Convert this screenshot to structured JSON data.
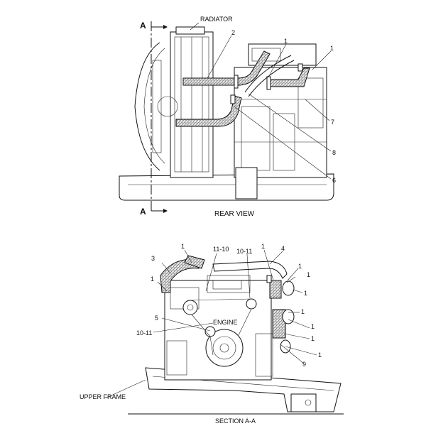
{
  "top_view": {
    "section_marker_top": "A",
    "section_marker_bottom": "A",
    "caption": "REAR VIEW",
    "labels": {
      "radiator": "RADIATOR",
      "c2": "2",
      "c1a": "1",
      "c1b": "1",
      "c7": "7",
      "c8": "8",
      "c6": "6"
    }
  },
  "bottom_view": {
    "caption": "SECTION A-A",
    "engine_label": "ENGINE",
    "upper_frame_label": "UPPER FRAME",
    "labels": {
      "c1_top": "1",
      "c11_10": "11-10",
      "c10_11_top": "10-11",
      "c1_mid": "1",
      "c4": "4",
      "c3": "3",
      "c1_left": "1",
      "c1_r1": "1",
      "c1_r2": "1",
      "c1_r3": "1",
      "c1_r4": "1",
      "c1_r5": "1",
      "c1_r6": "1",
      "c1_r7": "1",
      "c5": "5",
      "c10_11_left": "10-11",
      "c9": "9"
    }
  }
}
